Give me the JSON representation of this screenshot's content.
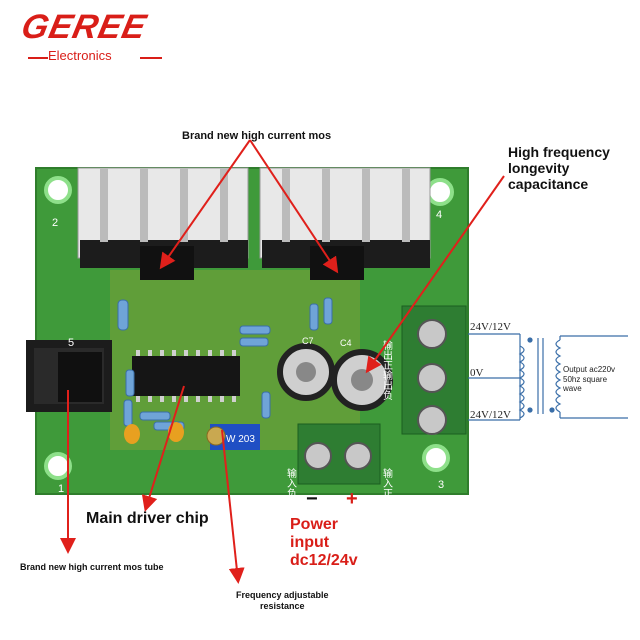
{
  "brand": {
    "name": "GEREE",
    "subtitle": "Electronics",
    "color": "#d91e18"
  },
  "annotations": {
    "mos_top": "Brand new high current mos",
    "capacitance": [
      "High frequency",
      "longevity",
      "capacitance"
    ],
    "driver_chip": "Main driver chip",
    "mos_tube": "Brand new high current mos tube",
    "freq_resistance": [
      "Frequency adjustable",
      "resistance"
    ],
    "power_input": [
      "Power",
      "input",
      "dc12/24v"
    ],
    "minus": "−",
    "plus": "+"
  },
  "transformer": {
    "left_top": "24V/12V",
    "left_mid": "0V",
    "left_bottom": "24V/12V",
    "right": [
      "Output ac220v",
      "50hz square",
      "wave"
    ]
  },
  "board_marks": {
    "corner_2": "2",
    "corner_4": "4",
    "corner_1": "1",
    "corner_3": "3",
    "mos_5": "5",
    "c7": "C7",
    "c4": "C4",
    "pot": "W 203",
    "out_silk": "输出正输出负",
    "in_neg": "输入负",
    "in_pos": "输入正"
  },
  "colors": {
    "pcb": "#3f9a3a",
    "terminal": "#2e7d32",
    "heatsink": "#1c1c1c",
    "arrow": "#e0201b"
  }
}
